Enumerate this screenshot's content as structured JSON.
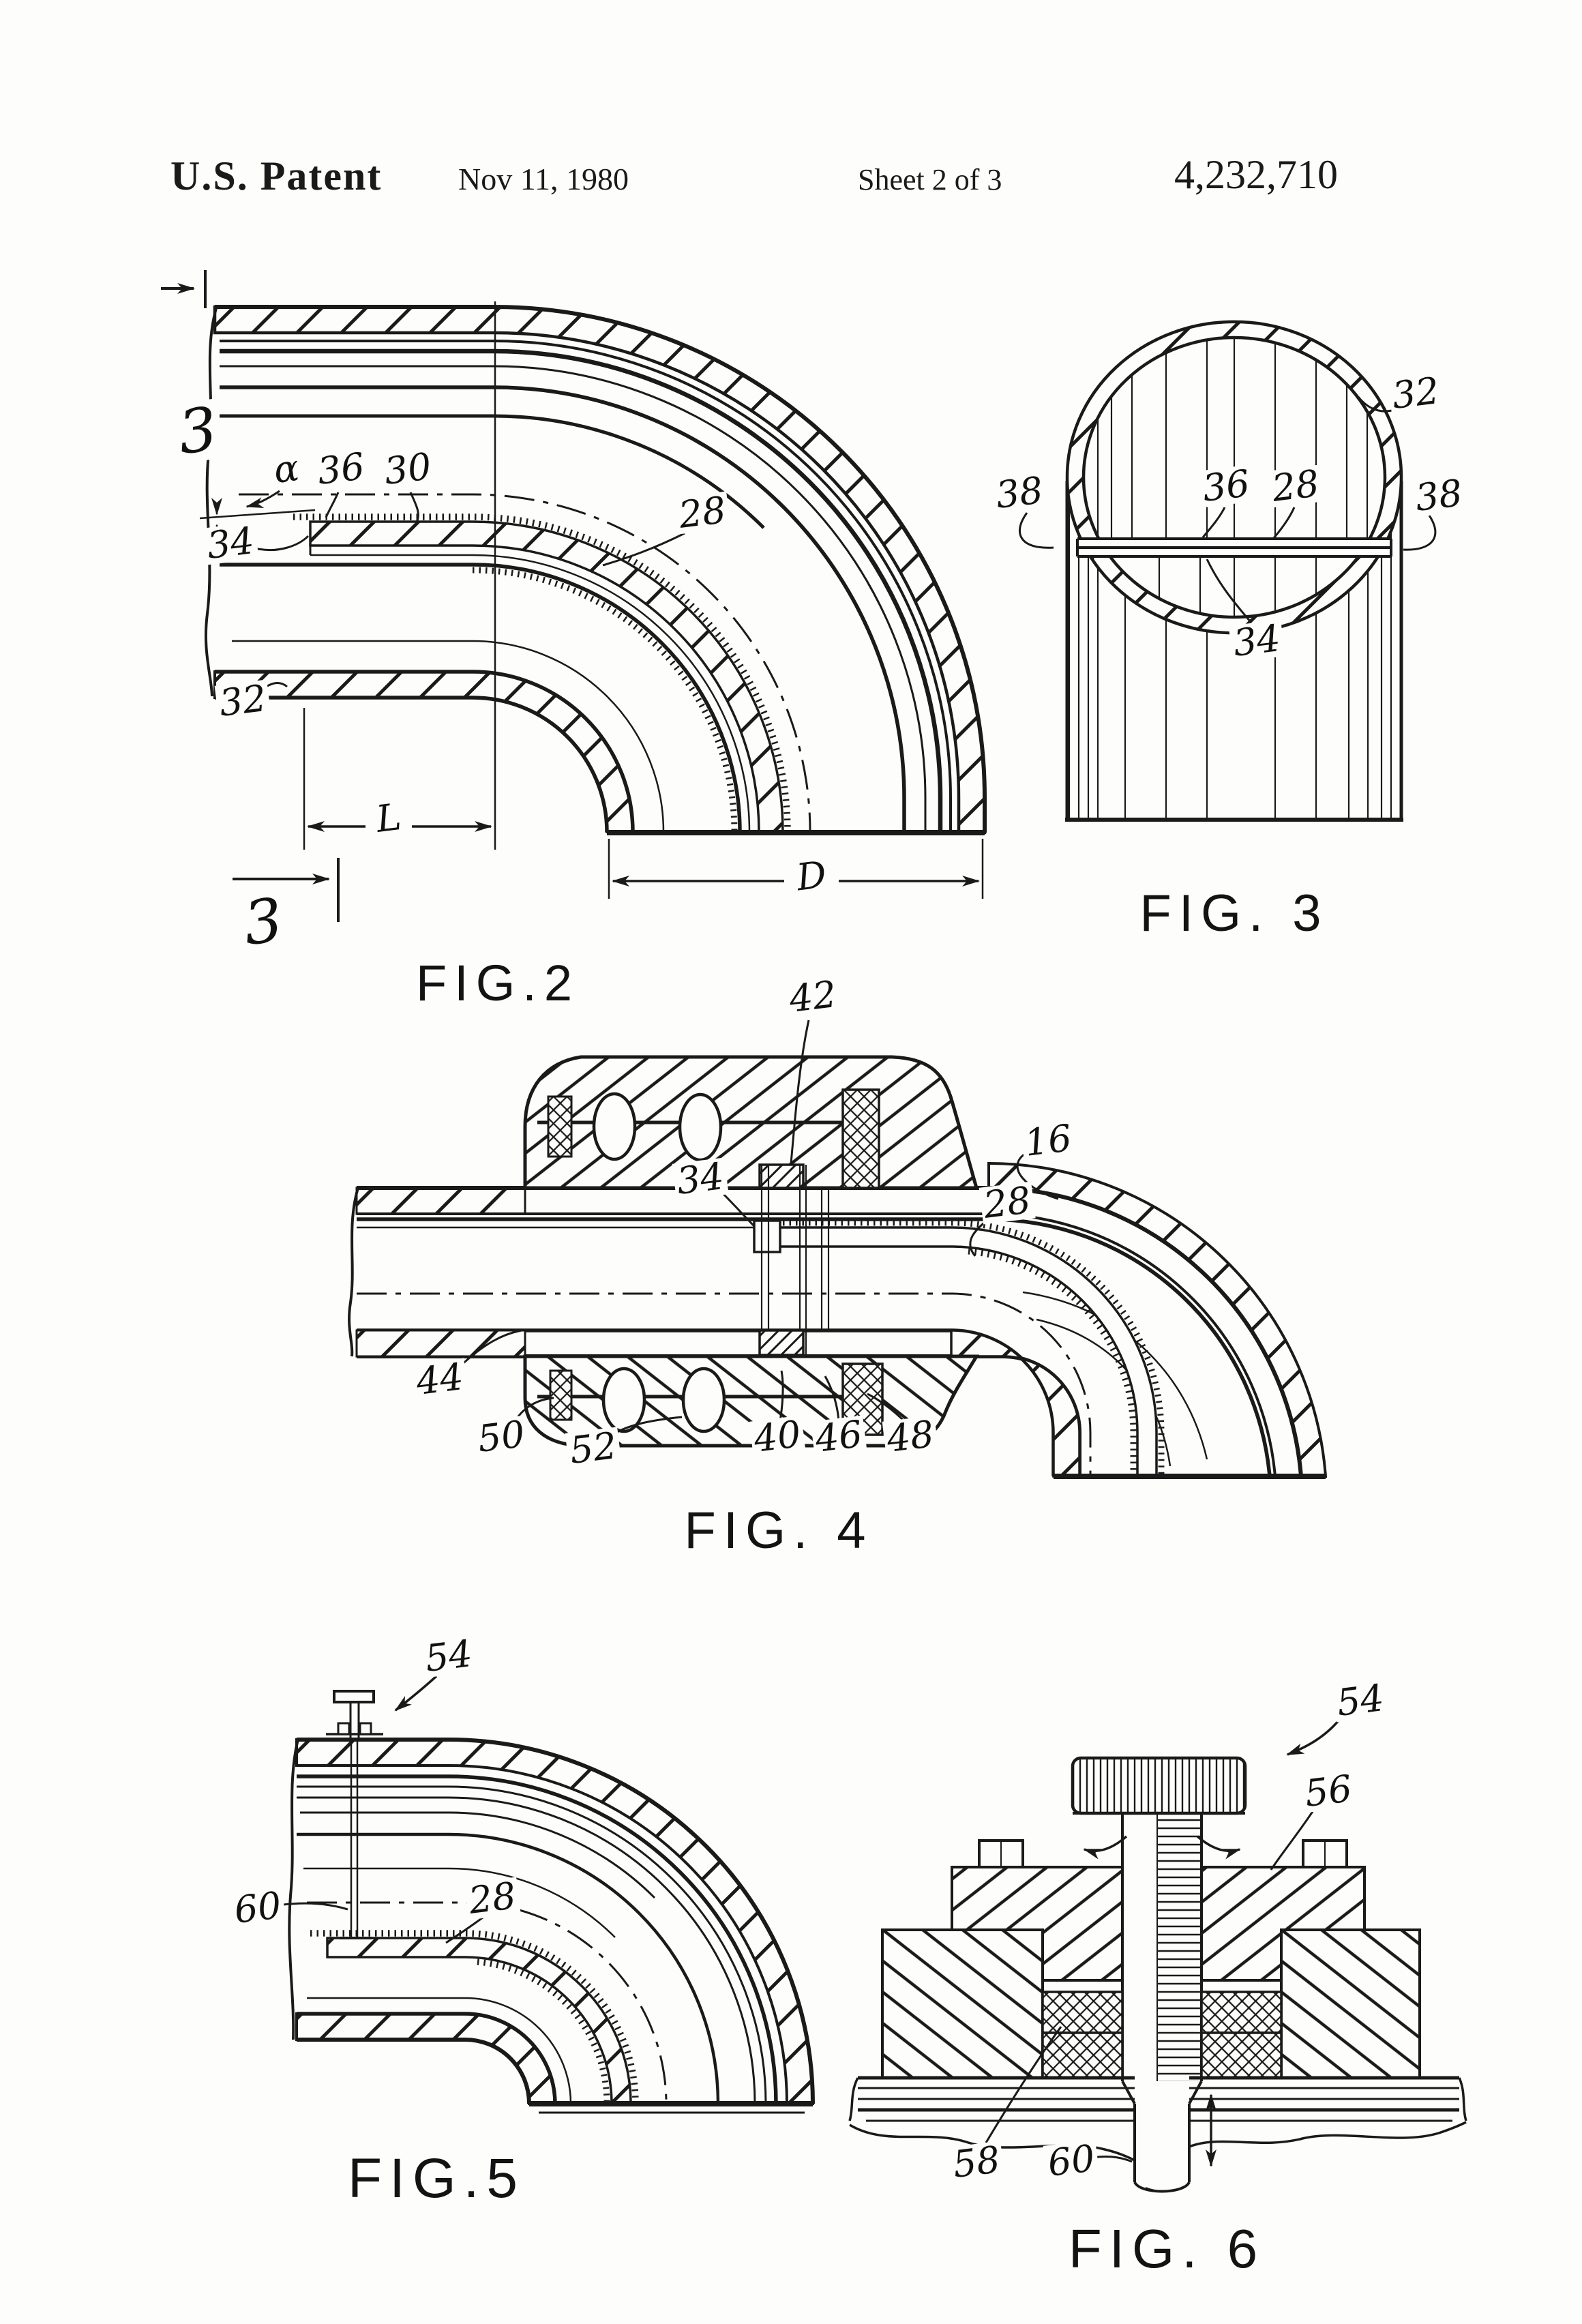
{
  "page": {
    "background": "#fdfdfb",
    "ink": "#1a1a1a"
  },
  "header": {
    "title": "U.S. Patent",
    "date": "Nov 11, 1980",
    "sheet": "Sheet 2 of 3",
    "patent_number": "4,232,710"
  },
  "figures": {
    "fig2": {
      "caption": "FIG.2",
      "labels": {
        "section_top": "3",
        "section_bottom": "3",
        "alpha": "α",
        "n36": "36",
        "n30": "30",
        "n28": "28",
        "n34": "34",
        "n32": "32",
        "dim_length": "L",
        "dim_diameter": "D"
      }
    },
    "fig3": {
      "caption": "FIG. 3",
      "labels": {
        "n32": "32",
        "n38_left": "38",
        "n36": "36",
        "n28": "28",
        "n38_right": "38",
        "n34": "34"
      }
    },
    "fig4": {
      "caption": "FIG. 4",
      "labels": {
        "n42": "42",
        "n16": "16",
        "n34": "34",
        "n28": "28",
        "n44": "44",
        "n50": "50",
        "n52": "52",
        "n40": "40",
        "n46": "46",
        "n48": "48"
      }
    },
    "fig5": {
      "caption": "FIG.5",
      "labels": {
        "n54": "54",
        "n60": "60",
        "n28": "28"
      }
    },
    "fig6": {
      "caption": "FIG. 6",
      "labels": {
        "n54": "54",
        "n56": "56",
        "n58": "58",
        "n60": "60"
      }
    }
  }
}
